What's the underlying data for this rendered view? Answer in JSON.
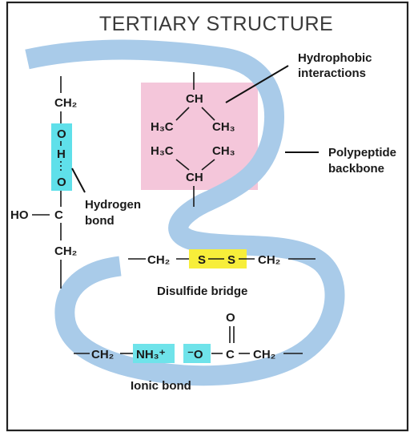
{
  "title": "TERTIARY STRUCTURE",
  "colors": {
    "backbone": "#a9cbe9",
    "hydrophobic_box": "#f4c6da",
    "hydrogen_box": "#5fe0ea",
    "disulfide_box": "#f7ee3a",
    "ionic_box": "#6fe3ea",
    "frame": "#222222"
  },
  "labels": {
    "hydrophobic": [
      "Hydrophobic",
      "interactions"
    ],
    "backbone": [
      "Polypeptide",
      "backbone"
    ],
    "hydrogen": [
      "Hydrogen",
      "bond"
    ],
    "disulfide": "Disulfide bridge",
    "ionic": "Ionic bond"
  },
  "hydrophobic_group": {
    "top_ch": "CH",
    "h3c_1": "H₃C",
    "ch3_1": "CH₃",
    "h3c_2": "H₃C",
    "ch3_2": "CH₃",
    "bottom_ch": "CH"
  },
  "hydrogen_group": {
    "ch2_top": "CH₂",
    "o_top": "O",
    "h": "H",
    "o_bottom": "O",
    "ho": "HO",
    "c": "C",
    "ch2_bottom": "CH₂"
  },
  "disulfide_group": {
    "ch2_left": "CH₂",
    "s_left": "S",
    "s_right": "S",
    "ch2_right": "CH₂"
  },
  "ionic_group": {
    "ch2_left": "CH₂",
    "nh3": "NH₃⁺",
    "o_minus": "⁻O",
    "c": "C",
    "o_double": "O",
    "ch2_right": "CH₂"
  }
}
